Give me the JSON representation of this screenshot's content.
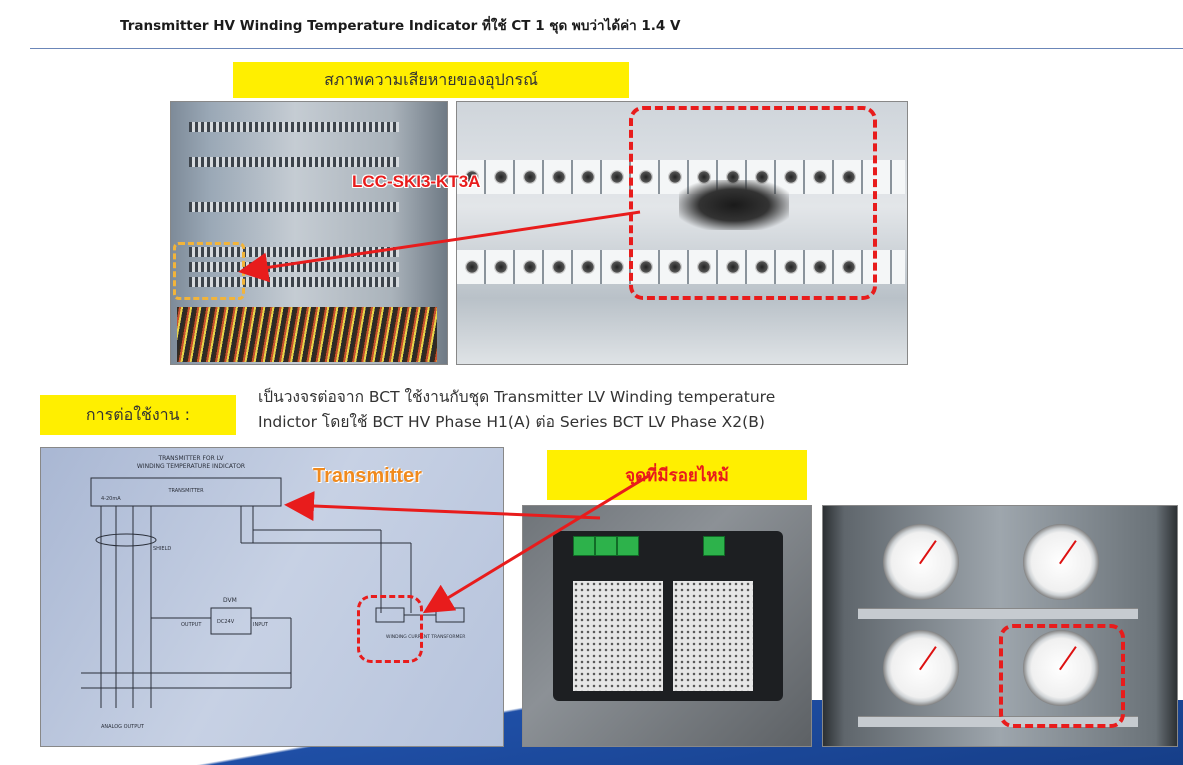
{
  "header": {
    "text": "Transmitter HV Winding Temperature Indicator ที่ใช้ CT 1 ชุด พบว่าได้ค่า 1.4 V"
  },
  "damage_section": {
    "label": "สภาพความเสียหายของอุปกรณ์",
    "component_tag": "LCC-SKI3-KT3A"
  },
  "usage_section": {
    "label": "การต่อใช้งาน :",
    "description_line1": "เป็นวงจรต่อจาก BCT ใช้งานกับชุด Transmitter LV Winding temperature",
    "description_line2": "Indictor โดยใช้ BCT  HV Phase H1(A) ต่อ Series BCT LV Phase X2(B)"
  },
  "schematic": {
    "title_overlay": "Transmitter",
    "heading_line1": "TRANSMITTER FOR LV",
    "heading_line2": "WINDING TEMPERATURE INDICATOR",
    "box_label": "TRANSMITTER",
    "current_label": "4-20mA",
    "shield_label": "SHIELD",
    "dvm_label": "DVM",
    "output_label": "OUTPUT",
    "input_label": "INPUT",
    "vdc_label": "DC24V",
    "ct_label": "WINDING CURRENT TRANSFORMER",
    "bottom_label": "ANALOG OUTPUT"
  },
  "burn_callout": {
    "label": "จุดที่มีรอยไหม้"
  },
  "colors": {
    "highlight_yellow": "#ffef00",
    "alert_red": "#e81c1c",
    "title_orange": "#f08a1d",
    "brand_blue": "#1f4fa6"
  }
}
